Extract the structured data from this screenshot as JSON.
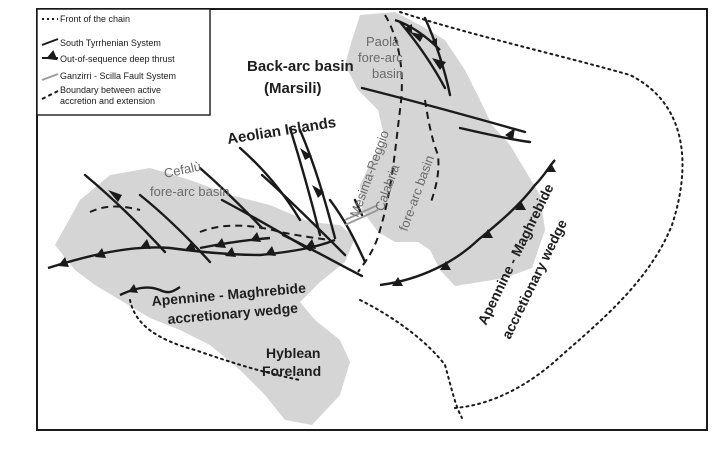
{
  "legend": {
    "items": [
      {
        "label": "Front of the chain",
        "symbol": "dotted-line-icon"
      },
      {
        "label": "South Tyrrhenian System",
        "symbol": "solid-fault-icon"
      },
      {
        "label": "Out-of-sequence deep thrust",
        "symbol": "thrust-triangle-icon"
      },
      {
        "label": "Ganzirri - Scilla Fault System",
        "symbol": "double-line-fault-icon"
      },
      {
        "label": "Boundary between active",
        "symbol": "dashed-line-icon"
      },
      {
        "label": "accretion and extension",
        "symbol": ""
      }
    ]
  },
  "labels": {
    "paola_1": "Paola",
    "paola_2": "fore-arc",
    "paola_3": "basin",
    "backarc_1": "Back-arc basin",
    "backarc_2": "(Marsili)",
    "aeolian": "Aeolian Islands",
    "cefalu_1": "Cefalù",
    "cefalu_2": "fore-arc basin",
    "mesima": "Mesima-Reggio",
    "calabria": "Calabria",
    "forearc_basin": "fore-arc basin",
    "apennine_w_1": "Apennine - Maghrebide",
    "apennine_w_2": "accretionary wedge",
    "apennine_e_1": "Apennine - Maghrebide",
    "apennine_e_2": "accretionary wedge",
    "hyblean_1": "Hyblean",
    "hyblean_2": "Foreland"
  },
  "colors": {
    "land": "#d5d5d5",
    "fault": "#1a1a1a",
    "frame": "#1a1a1a"
  }
}
